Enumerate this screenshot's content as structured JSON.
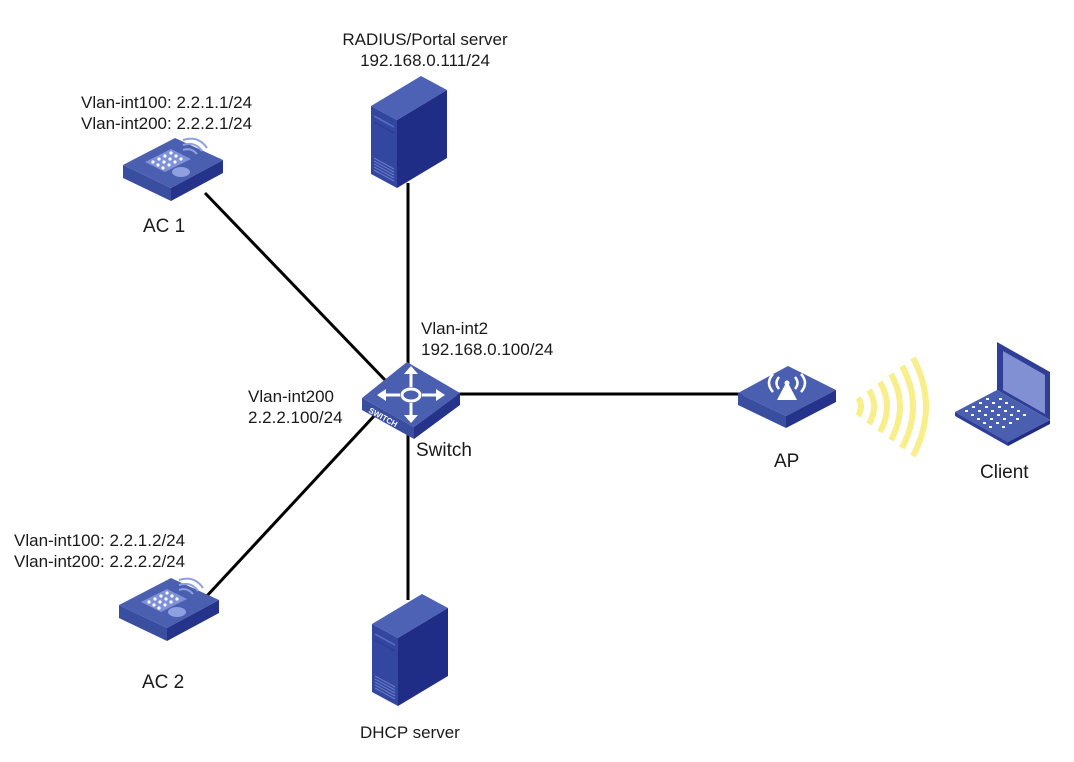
{
  "diagram": {
    "title": "Network topology",
    "nodes": {
      "radius_server": {
        "name": "RADIUS/Portal server",
        "ip": "192.168.0.111/24",
        "icon": "server-icon"
      },
      "ac1": {
        "name": "AC 1",
        "interfaces": [
          "Vlan-int100: 2.2.1.1/24",
          "Vlan-int200: 2.2.2.1/24"
        ],
        "icon": "access-controller-icon"
      },
      "ac2": {
        "name": "AC 2",
        "interfaces": [
          "Vlan-int100: 2.2.1.2/24",
          "Vlan-int200: 2.2.2.2/24"
        ],
        "icon": "access-controller-icon"
      },
      "switch": {
        "name": "Switch",
        "device_text": "SWITCH",
        "iface_up": [
          "Vlan-int2",
          "192.168.0.100/24"
        ],
        "iface_left": [
          "Vlan-int200",
          "2.2.2.100/24"
        ],
        "icon": "switch-icon"
      },
      "ap": {
        "name": "AP",
        "icon": "access-point-icon"
      },
      "client": {
        "name": "Client",
        "icon": "laptop-icon"
      },
      "dhcp_server": {
        "name": "DHCP server",
        "icon": "server-icon"
      }
    },
    "links": [
      {
        "from": "switch",
        "to": "radius_server",
        "type": "wired"
      },
      {
        "from": "switch",
        "to": "ac1",
        "type": "wired"
      },
      {
        "from": "switch",
        "to": "ac2",
        "type": "wired"
      },
      {
        "from": "switch",
        "to": "dhcp_server",
        "type": "wired"
      },
      {
        "from": "switch",
        "to": "ap",
        "type": "wired"
      },
      {
        "from": "ap",
        "to": "client",
        "type": "wireless"
      }
    ],
    "colors": {
      "device_top": "#4a5fb0",
      "device_side_light": "#3a4ea0",
      "device_side_dark": "#25348a",
      "link": "#000000",
      "wireless": "#f8ee8a"
    }
  }
}
